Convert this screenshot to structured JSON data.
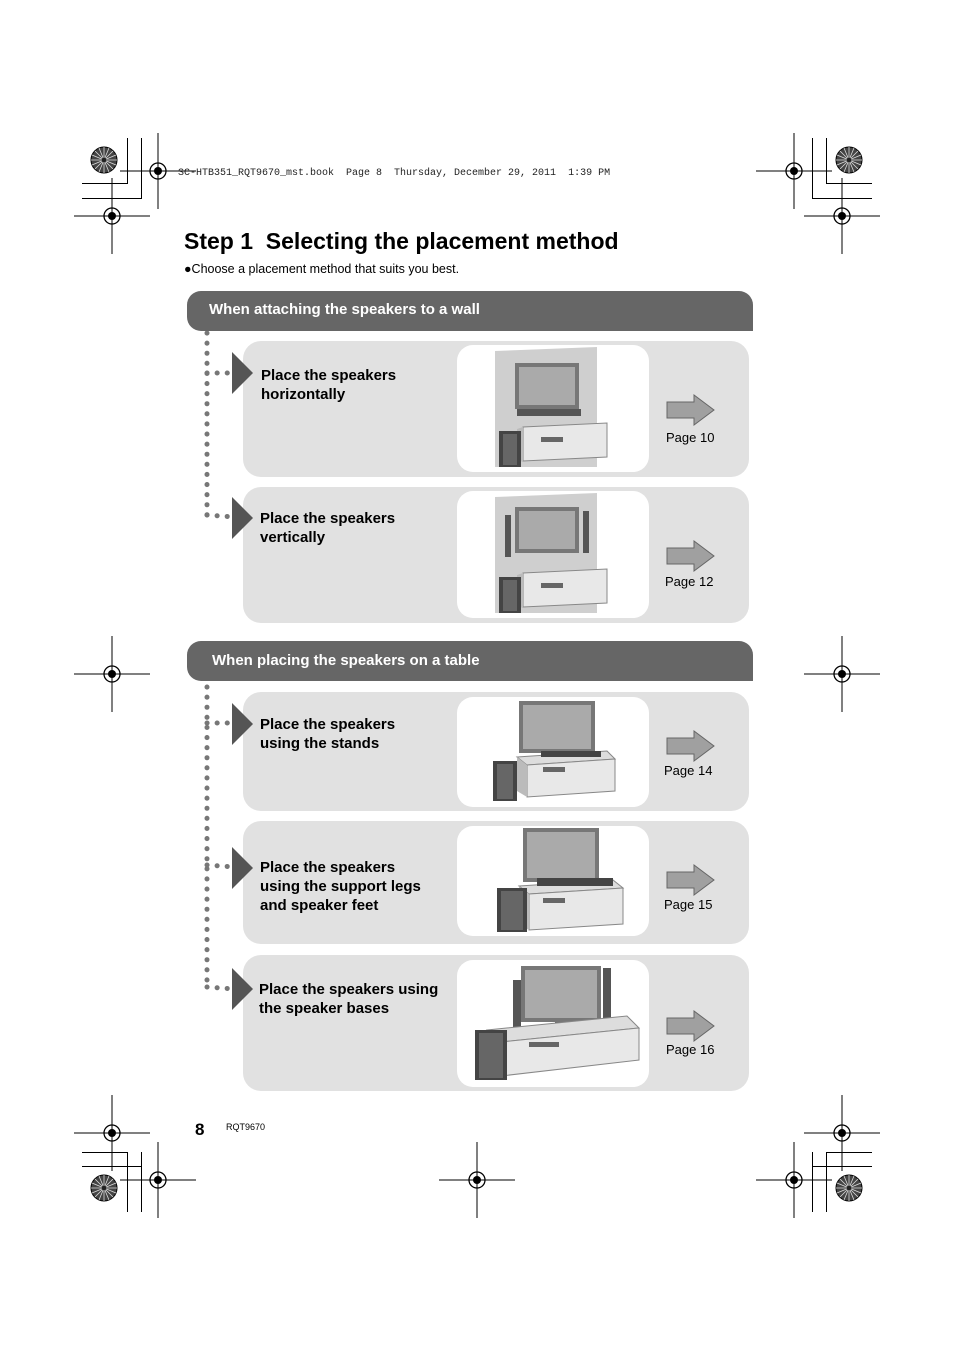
{
  "file_info": "SC-HTB351_RQT9670_mst.book  Page 8  Thursday, December 29, 2011  1:39 PM",
  "title": "Step 1  Selecting the placement method",
  "subtitle": "●Choose a placement method that suits you best.",
  "sections": [
    {
      "heading": "When attaching the speakers to a wall",
      "options": [
        {
          "label": "Place the speakers\nhorizontally",
          "page": "Page 10",
          "illustration": "wall-horizontal-illustration"
        },
        {
          "label": "Place the speakers\nvertically",
          "page": "Page 12",
          "illustration": "wall-vertical-illustration"
        }
      ]
    },
    {
      "heading": "When placing the speakers on a table",
      "options": [
        {
          "label": "Place the speakers\nusing the stands",
          "page": "Page 14",
          "illustration": "table-stands-illustration"
        },
        {
          "label": "Place the speakers\nusing the support legs\nand speaker feet",
          "page": "Page 15",
          "illustration": "table-support-legs-illustration"
        },
        {
          "label": "Place the speakers using\nthe speaker bases",
          "page": "Page 16",
          "illustration": "table-speaker-bases-illustration"
        }
      ]
    }
  ],
  "footer": {
    "page_number": "8",
    "doc_code": "RQT9670"
  },
  "colors": {
    "section_header": "#666666",
    "panel": "#e1e1e1",
    "arrow": "#a0a0a0",
    "dots": "#777777"
  }
}
